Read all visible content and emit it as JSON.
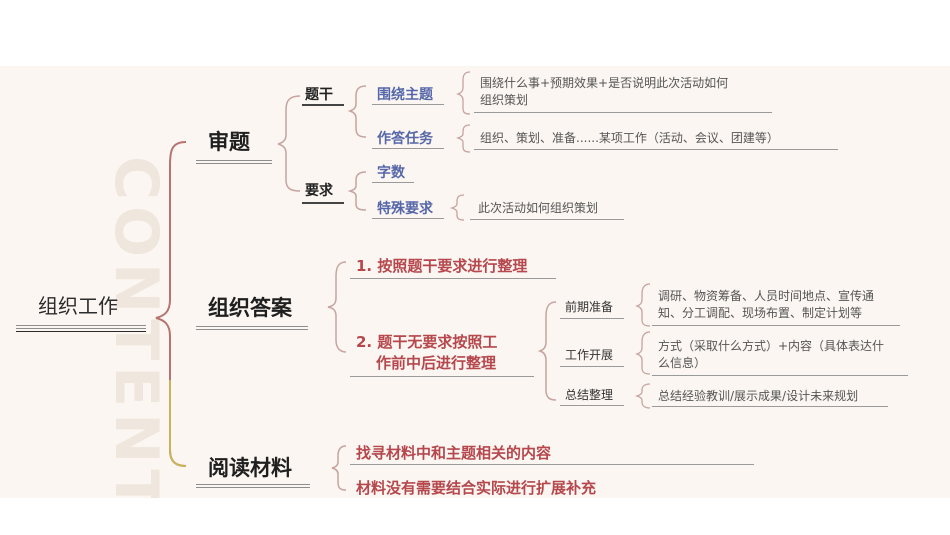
{
  "watermark": "CONTENT",
  "root": {
    "label": "组织工作"
  },
  "branches": {
    "review": {
      "label": "审题",
      "stem": {
        "label": "题干",
        "theme": {
          "label": "围绕主题",
          "desc_line1": "围绕什么事+预期效果+是否说明此次活动如何",
          "desc_line2": "组织策划"
        },
        "task": {
          "label": "作答任务",
          "desc": "组织、策划、准备......某项工作（活动、会议、团建等）"
        }
      },
      "requirements": {
        "label": "要求",
        "word_count": {
          "label": "字数"
        },
        "special": {
          "label": "特殊要求",
          "desc": "此次活动如何组织策划"
        }
      }
    },
    "organize": {
      "label": "组织答案",
      "item1": {
        "label": "1. 按照题干要求进行整理"
      },
      "item2": {
        "label_line1": "2. 题干无要求按照工",
        "label_line2": "作前中后进行整理",
        "phases": [
          {
            "label": "前期准备",
            "desc_line1": "调研、物资筹备、人员时间地点、宣传通",
            "desc_line2": "知、分工调配、现场布置、制定计划等"
          },
          {
            "label": "工作开展",
            "desc_line1": "方式（采取什么方式）+内容（具体表达什",
            "desc_line2": "么信息）"
          },
          {
            "label": "总结整理",
            "desc_line1": "总结经验教训/展示成果/设计未来规划",
            "desc_line2": ""
          }
        ]
      }
    },
    "reading": {
      "label": "阅读材料",
      "item1": {
        "label": "找寻材料中和主题相关的内容"
      },
      "item2": {
        "label": "材料没有需要结合实际进行扩展补充"
      }
    }
  },
  "colors": {
    "background": "#fbf6f1",
    "blue_label": "#5567a9",
    "red_label": "#b5474d",
    "brace_main": "#b7746f",
    "brace_bottom": "#c8b35a",
    "brace_sub": "#c7a3a0"
  }
}
